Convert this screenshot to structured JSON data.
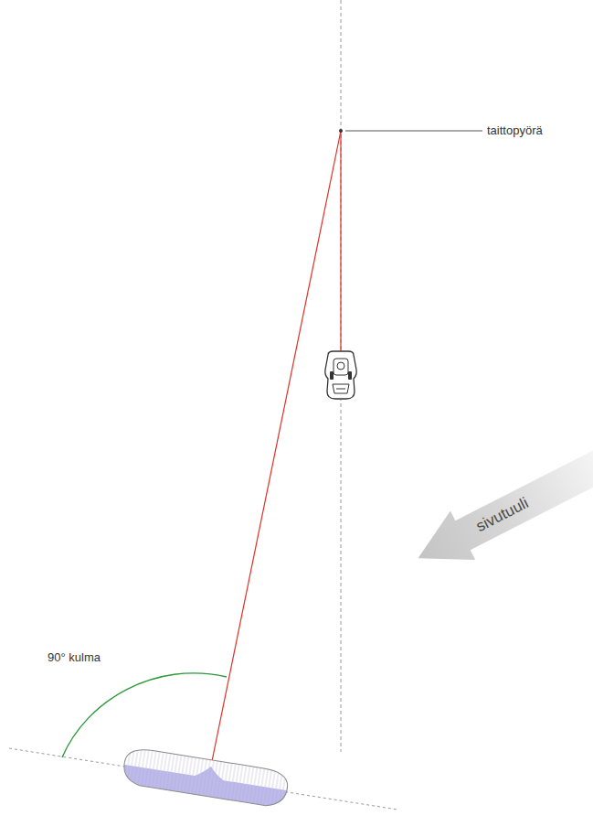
{
  "diagram": {
    "nodes": [
      {
        "text": [
          "sivutuuli"
        ]
      }
    ],
    "labels": [
      "taittopyörä",
      "90° kulma"
    ]
  }
}
